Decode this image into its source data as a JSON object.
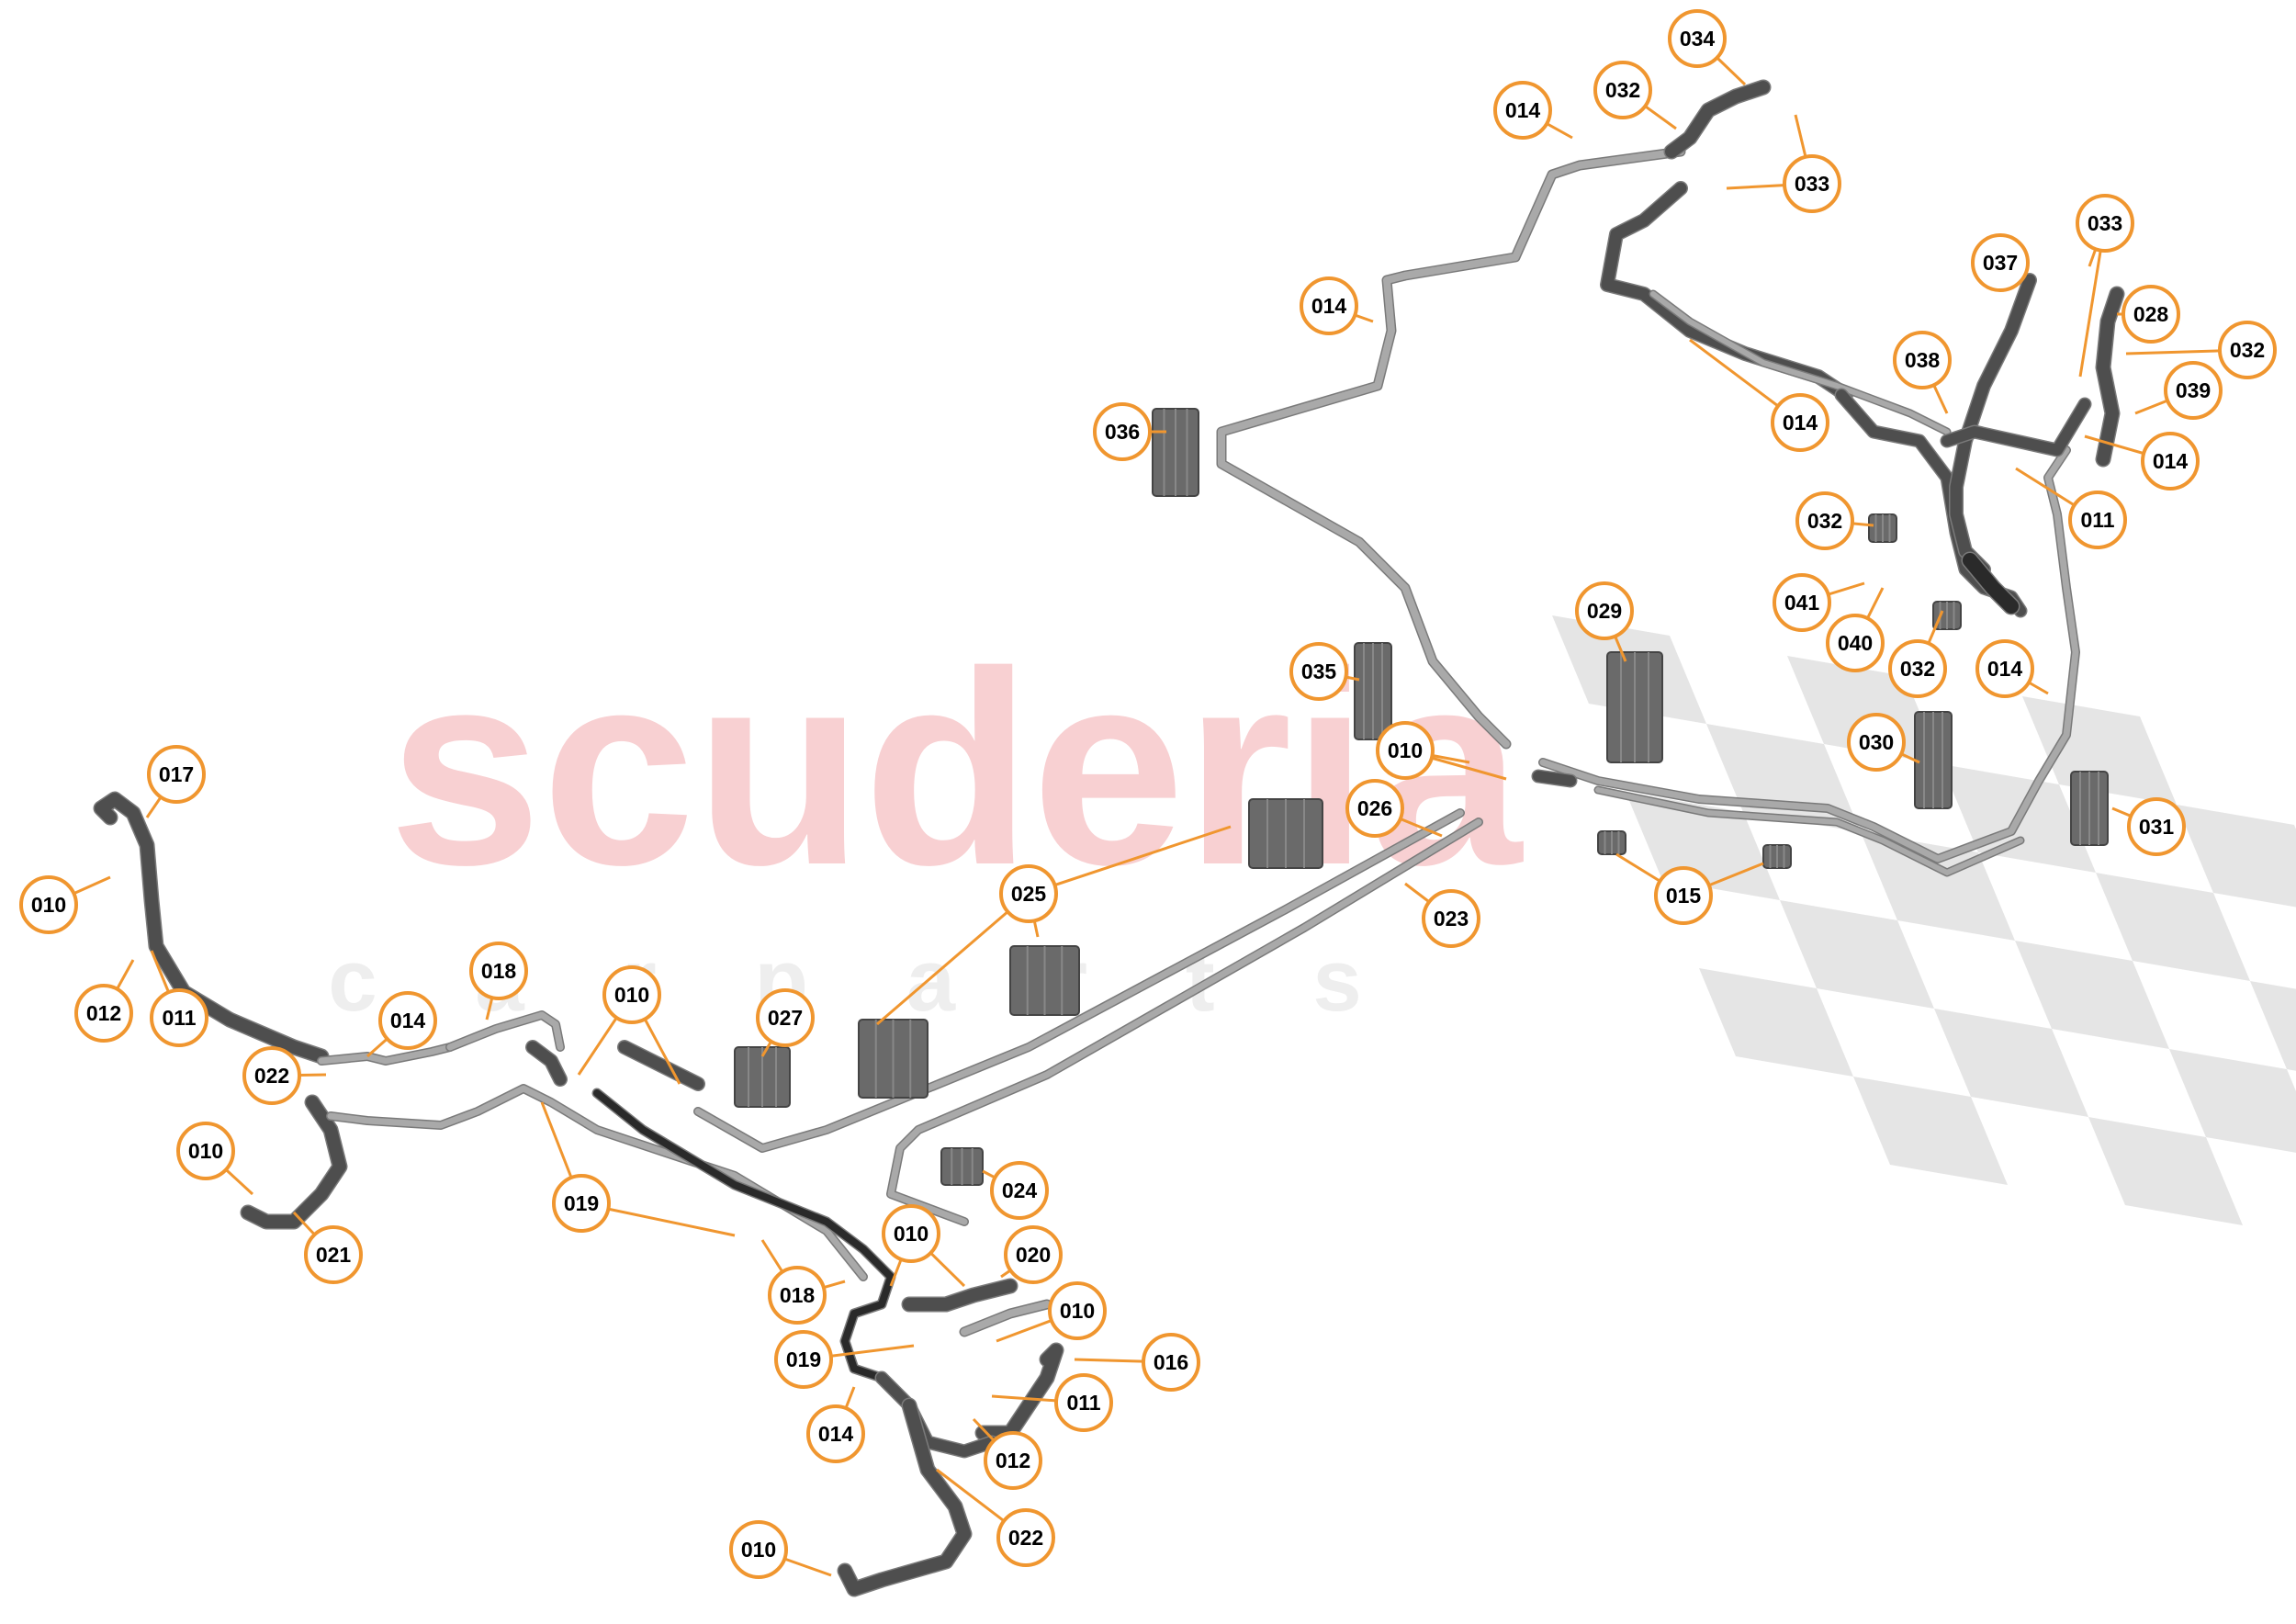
{
  "watermark": {
    "brand": "scuderia",
    "sub": "c a r p a r t s",
    "brand_color": "#f8d0d2",
    "sub_color": "#eeeeee",
    "flag_color": "#dcdcdc"
  },
  "colors": {
    "callout": "#f0962f",
    "pipe_light": "#a9a9a9",
    "pipe_dark": "#4e4e4e",
    "text": "#000000"
  },
  "callout_labels": [
    "034",
    "032",
    "014",
    "033",
    "014",
    "036",
    "014",
    "033",
    "037",
    "028",
    "032",
    "038",
    "039",
    "014",
    "011",
    "032",
    "041",
    "040",
    "032",
    "014",
    "029",
    "035",
    "010",
    "026",
    "030",
    "031",
    "025",
    "023",
    "015",
    "017",
    "010",
    "012",
    "011",
    "018",
    "010",
    "014",
    "022",
    "027",
    "010",
    "019",
    "024",
    "021",
    "010",
    "020",
    "018",
    "010",
    "019",
    "016",
    "011",
    "014",
    "012",
    "022",
    "010"
  ]
}
